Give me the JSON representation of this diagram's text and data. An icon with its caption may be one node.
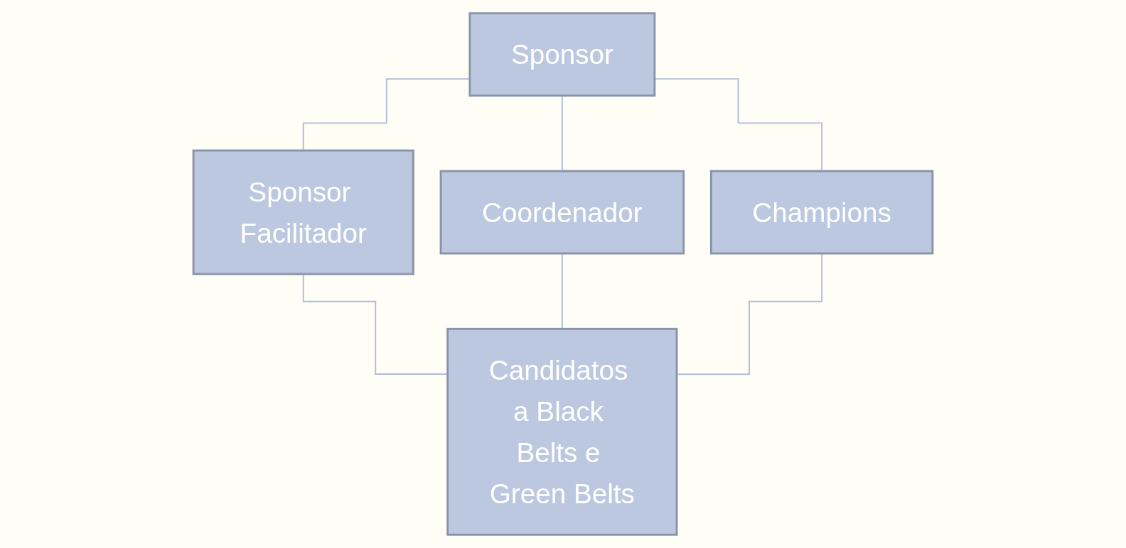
{
  "diagram": {
    "nodes": [
      {
        "text": [
          "Sponsor"
        ]
      },
      {
        "text": [
          "Sponsor Facilitador"
        ]
      },
      {
        "text": [
          "Coordenador"
        ]
      },
      {
        "text": [
          "Champions"
        ]
      },
      {
        "text": [
          "Candidatos a Black Belts e Green Belts"
        ]
      }
    ],
    "edges": [
      {
        "from": 0,
        "to": 1,
        "arrow": "none"
      },
      {
        "from": 0,
        "to": 2,
        "arrow": "none"
      },
      {
        "from": 0,
        "to": 3,
        "arrow": "none"
      },
      {
        "from": 1,
        "to": 4,
        "arrow": "none"
      },
      {
        "from": 2,
        "to": 4,
        "arrow": "none"
      },
      {
        "from": 3,
        "to": 4,
        "arrow": "none"
      }
    ]
  }
}
